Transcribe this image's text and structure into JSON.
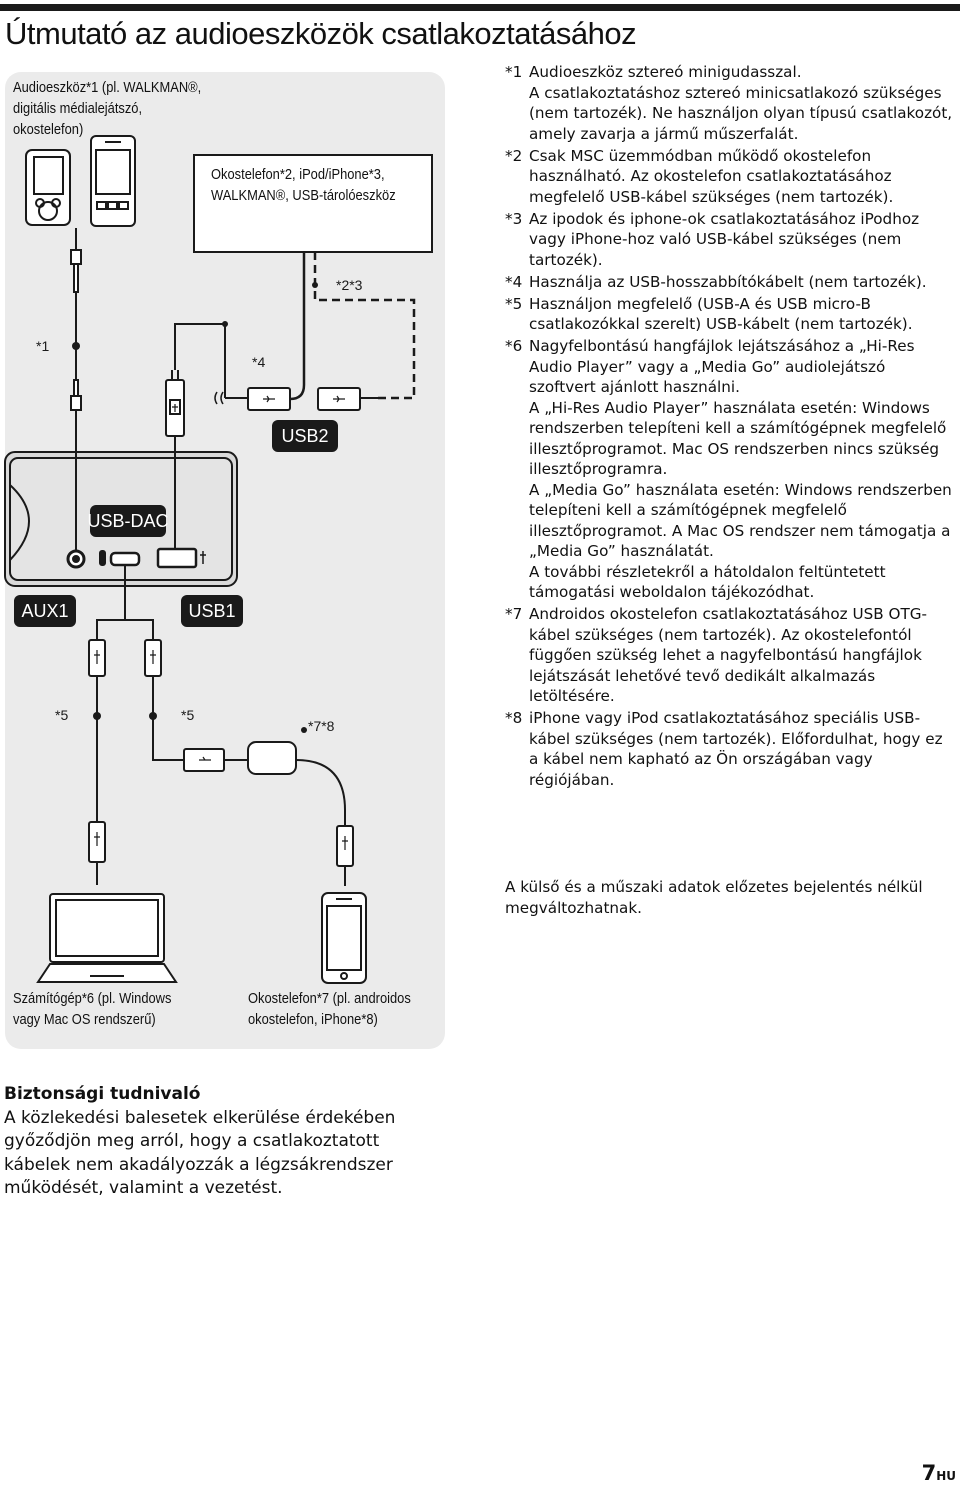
{
  "title": "Útmutató az audioeszközök csatlakoztatásához",
  "diagram": {
    "audio_device_label": "Audioeszköz*1 (pl. WALKMAN®,\ndigitális médialejátszó,\nokostelefon)",
    "usb_device_label": "Okostelefon*2, iPod/iPhone*3,\nWALKMAN®, USB-tárolóeszköz",
    "computer_label": "Számítógép*6 (pl. Windows\nvagy Mac OS rendszerű)",
    "smartphone_label": "Okostelefon*7 (pl. androidos\nokostelefon, iPhone*8)",
    "ports": {
      "aux1": "AUX1",
      "usb_dac": "USB-DAC",
      "usb1": "USB1",
      "usb2": "USB2"
    },
    "marks": {
      "m1": "*1",
      "m4": "*4",
      "m23": "*2*3",
      "m5a": "*5",
      "m5b": "*5",
      "m78": "*7*8"
    }
  },
  "notes": [
    {
      "mark": "*1",
      "text": "Audioeszköz sztereó minigudasszal.\nA csatlakoztatáshoz sztereó minicsatlakozó szükséges (nem tartozék). Ne használjon olyan típusú csatlakozót, amely zavarja a jármű műszerfalát."
    },
    {
      "mark": "*2",
      "text": "Csak MSC üzemmódban működő okostelefon használható. Az okostelefon csatlakoztatásához megfelelő USB-kábel szükséges (nem tartozék)."
    },
    {
      "mark": "*3",
      "text": "Az ipodok és iphone-ok csatlakoztatásához iPodhoz vagy iPhone-hoz való USB-kábel szükséges (nem tartozék)."
    },
    {
      "mark": "*4",
      "text": "Használja az USB-hosszabbítókábelt (nem tartozék)."
    },
    {
      "mark": "*5",
      "text": "Használjon megfelelő (USB-A és USB micro-B csatlakozókkal szerelt) USB-kábelt (nem tartozék)."
    },
    {
      "mark": "*6",
      "text": "Nagyfelbontású hangfájlok lejátszásához a „Hi-Res Audio Player” vagy a „Media Go” audiolejátszó szoftvert ajánlott használni.\nA „Hi-Res Audio Player” használata esetén: Windows rendszerben telepíteni kell a számítógépnek megfelelő illesztőprogramot. Mac OS rendszerben nincs szükség illesztőprogramra.\nA „Media Go” használata esetén: Windows rendszerben telepíteni kell a számítógépnek megfelelő illesztőprogramot. A Mac OS rendszer nem támogatja a „Media Go” használatát.\nA további részletekről a hátoldalon feltüntetett támogatási weboldalon tájékozódhat."
    },
    {
      "mark": "*7",
      "text": "Androidos okostelefon csatlakoztatásához USB OTG-kábel szükséges (nem tartozék). Az okostelefontól függően szükség lehet a nagyfelbontású hangfájlok lejátszását lehetővé tevő dedikált alkalmazás letöltésére."
    },
    {
      "mark": "*8",
      "text": "iPhone vagy iPod csatlakoztatásához speciális USB-kábel szükséges (nem tartozék). Előfordulhat, hogy ez a kábel nem kapható az Ön országában vagy régiójában."
    }
  ],
  "disclaimer": "A külső és a műszaki adatok előzetes bejelentés nélkül megváltozhatnak.",
  "safety": {
    "heading": "Biztonsági tudnivaló",
    "text": "A közlekedési balesetek elkerülése érdekében győződjön meg arról, hogy a csatlakoztatott kábelek nem akadályozzák a légzsákrendszer működését, valamint a vezetést."
  },
  "page": {
    "number": "7",
    "lang": "HU"
  }
}
